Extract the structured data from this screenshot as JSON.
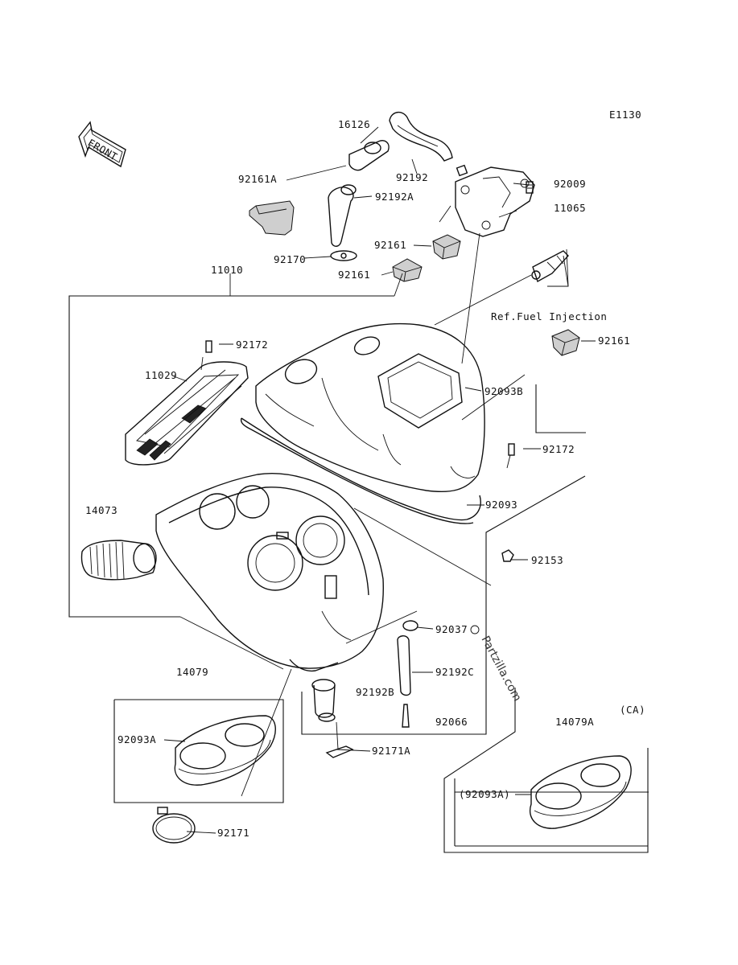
{
  "diagram": {
    "code": "E1130",
    "front_label": "FRONT",
    "ref_note": "Ref.Fuel Injection",
    "variant_label": "(CA)",
    "watermark": "Partzilla.com",
    "parts": {
      "p16126": "16126",
      "p92161A": "92161A",
      "p92192": "92192",
      "p92009": "92009",
      "p92192A": "92192A",
      "p11065": "11065",
      "p92161_a": "92161",
      "p92170": "92170",
      "p92161_b": "92161",
      "p11010": "11010",
      "p92161_c": "92161",
      "p92172_a": "92172",
      "p11029": "11029",
      "p92093B": "92093B",
      "p92172_b": "92172",
      "p14073": "14073",
      "p92093": "92093",
      "p92153": "92153",
      "p92037": "92037",
      "p92192C": "92192C",
      "p14079": "14079",
      "p92192B": "92192B",
      "p14079A": "14079A",
      "p92066": "92066",
      "p92093A": "92093A",
      "p92171A": "92171A",
      "p92093A_ref": "(92093A)",
      "p92171": "92171"
    }
  }
}
